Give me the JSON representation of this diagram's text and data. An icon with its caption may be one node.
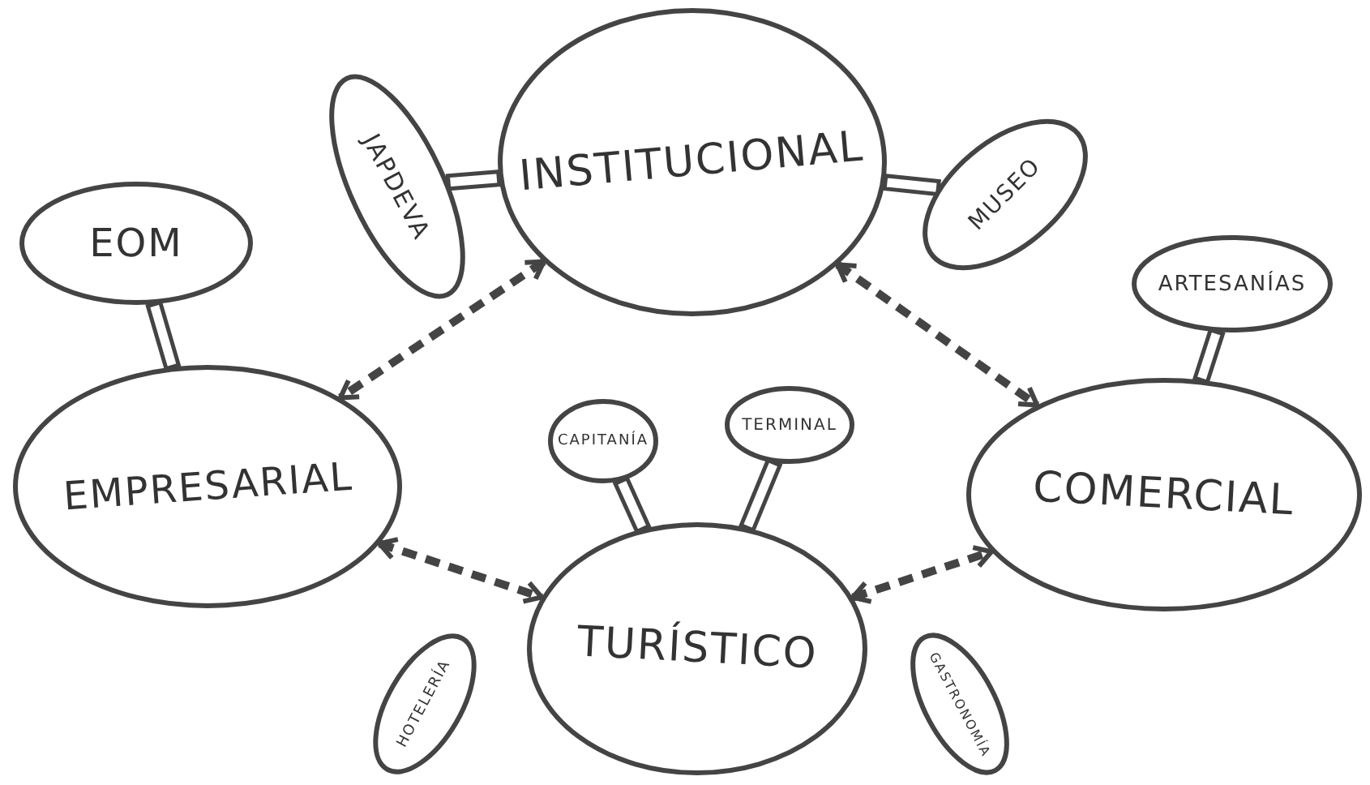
{
  "diagram": {
    "nodes": [
      {
        "text": [
          "JAPDEVA"
        ]
      },
      {
        "text": [
          "INSTITUCIONAL"
        ]
      },
      {
        "text": [
          "MUSEO"
        ]
      },
      {
        "text": [
          "EOM"
        ]
      },
      {
        "text": [
          "ARTESANÍAS"
        ]
      },
      {
        "text": [
          "EMPRESARIAL"
        ]
      },
      {
        "text": [
          "CAPITANÍA"
        ]
      },
      {
        "text": [
          "TERMINAL"
        ]
      },
      {
        "text": [
          "COMERCIAL"
        ]
      },
      {
        "text": [
          "HOTELERÍA"
        ]
      },
      {
        "text": [
          "TURÍSTICO"
        ]
      },
      {
        "text": [
          "GASTRONOMÍA"
        ]
      }
    ],
    "edges": [
      {
        "from": 0,
        "to": 1,
        "arrow": "none"
      },
      {
        "from": 2,
        "to": 1,
        "arrow": "none"
      },
      {
        "from": 3,
        "to": 5,
        "arrow": "none"
      },
      {
        "from": 4,
        "to": 8,
        "arrow": "none"
      },
      {
        "from": 6,
        "to": 10,
        "arrow": "none"
      },
      {
        "from": 7,
        "to": 10,
        "arrow": "none"
      },
      {
        "from": 1,
        "to": 5,
        "arrow": "both",
        "style": "dashed"
      },
      {
        "from": 1,
        "to": 8,
        "arrow": "both",
        "style": "dashed"
      },
      {
        "from": 5,
        "to": 10,
        "arrow": "both",
        "style": "dashed"
      },
      {
        "from": 10,
        "to": 8,
        "arrow": "both",
        "style": "dashed"
      }
    ]
  }
}
